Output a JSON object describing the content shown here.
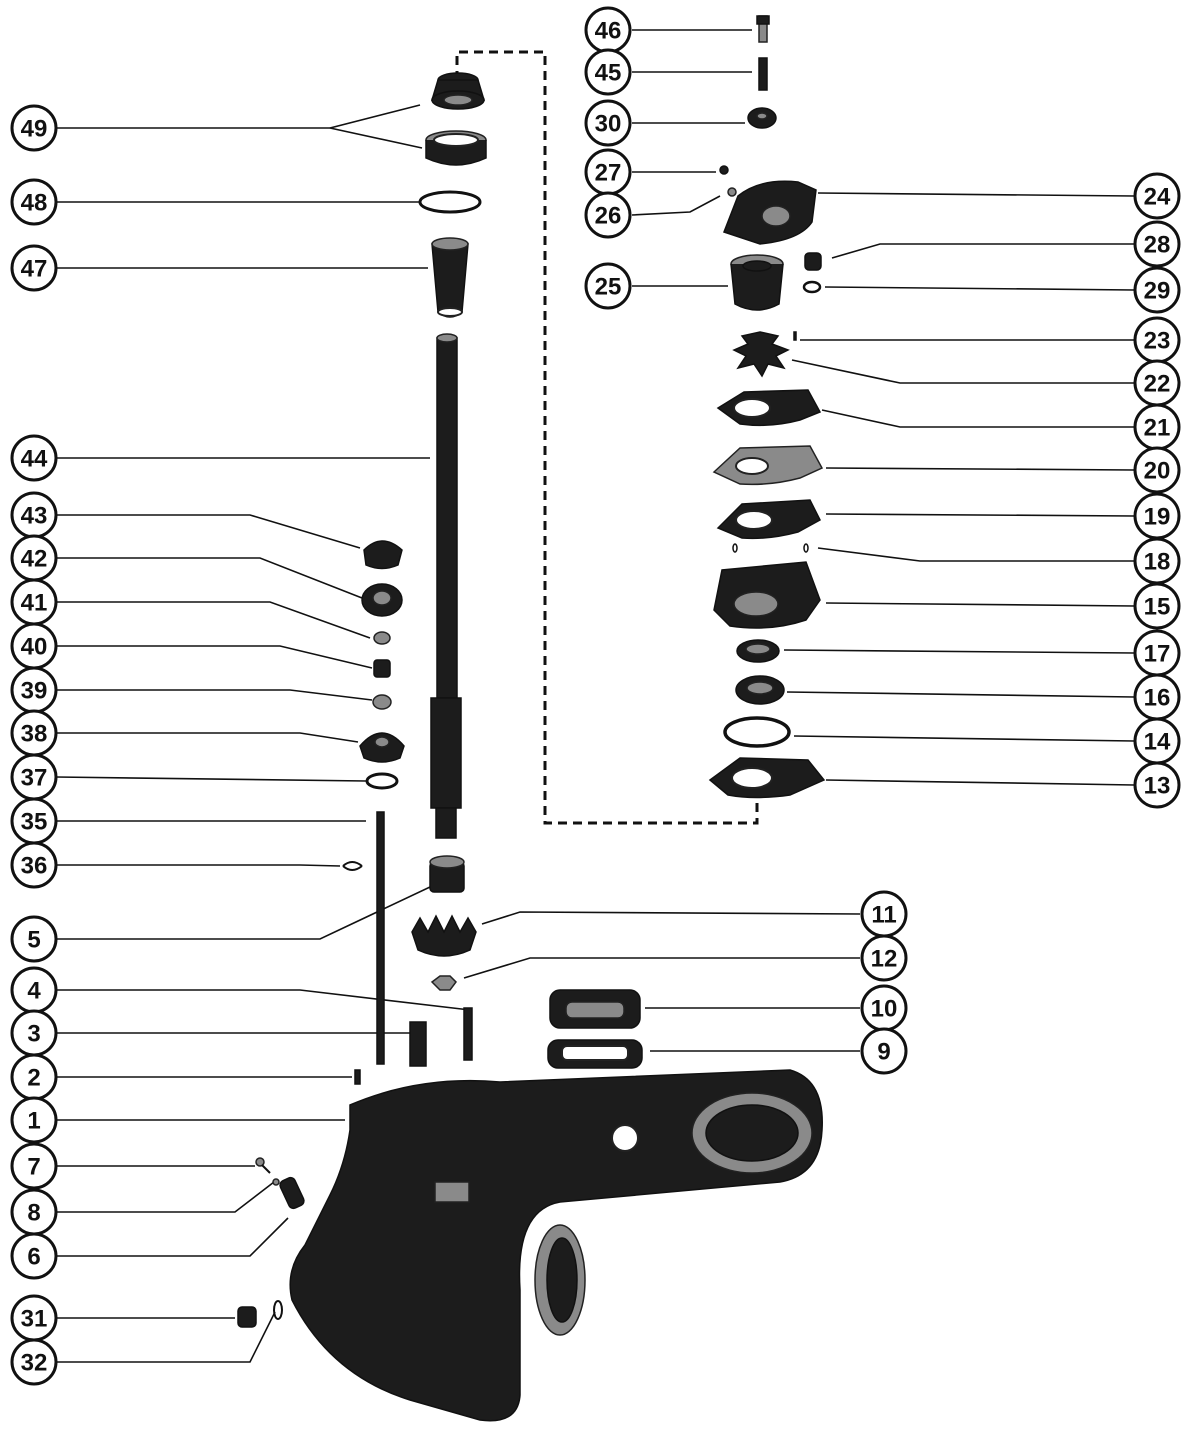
{
  "callouts": {
    "c1": "1",
    "c2": "2",
    "c3": "3",
    "c4": "4",
    "c5": "5",
    "c6": "6",
    "c7": "7",
    "c8": "8",
    "c9": "9",
    "c10": "10",
    "c11": "11",
    "c12": "12",
    "c13": "13",
    "c14": "14",
    "c15": "15",
    "c16": "16",
    "c17": "17",
    "c18": "18",
    "c19": "19",
    "c20": "20",
    "c21": "21",
    "c22": "22",
    "c23": "23",
    "c24": "24",
    "c25": "25",
    "c26": "26",
    "c27": "27",
    "c28": "28",
    "c29": "29",
    "c30": "30",
    "c31": "31",
    "c32": "32",
    "c35": "35",
    "c36": "36",
    "c37": "37",
    "c38": "38",
    "c39": "39",
    "c40": "40",
    "c41": "41",
    "c42": "42",
    "c43": "43",
    "c44": "44",
    "c45": "45",
    "c46": "46",
    "c47": "47",
    "c48": "48",
    "c49": "49"
  },
  "footer_text": "",
  "colors": {
    "ink": "#111111",
    "paper": "#ffffff"
  }
}
